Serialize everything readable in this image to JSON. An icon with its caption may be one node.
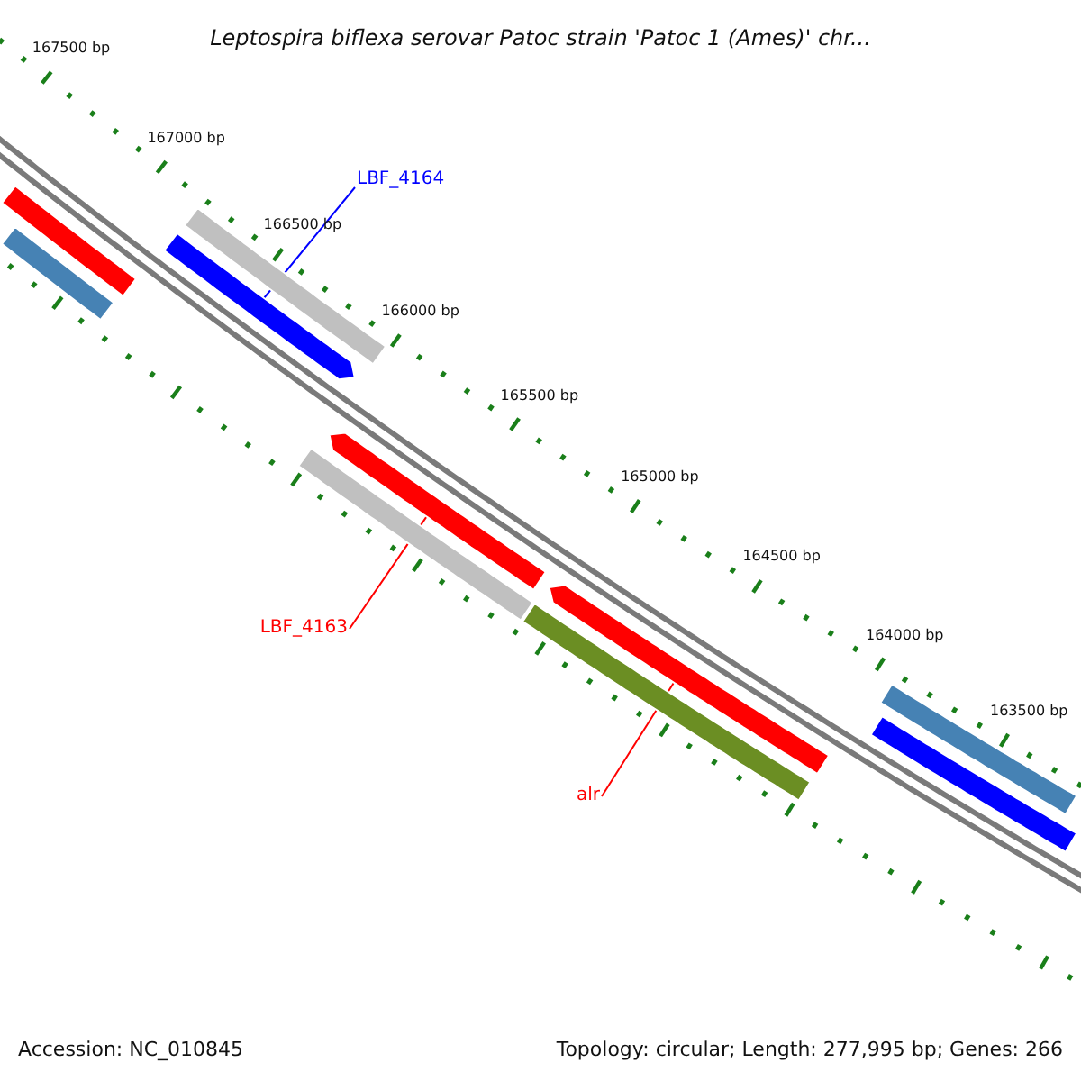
{
  "diagram": {
    "title": "Leptospira biflexa serovar Patoc strain 'Patoc 1 (Ames)' chr...",
    "nodes": [
      {
        "text": [],
        "shape": "bar"
      },
      {
        "text": [],
        "shape": "bar"
      },
      {
        "text": [
          "LBF_4164"
        ]
      },
      {
        "text": [],
        "shape": "bar"
      },
      {
        "text": [],
        "shape": "bar"
      },
      {
        "text": [
          "LBF_4163"
        ]
      },
      {
        "text": [],
        "shape": "bar"
      },
      {
        "text": [],
        "shape": "bar"
      },
      {
        "text": [
          "alr"
        ]
      },
      {
        "text": [],
        "shape": "bar"
      },
      {
        "text": [],
        "shape": "bar"
      },
      {
        "text": [],
        "shape": "bar"
      },
      {
        "text": [],
        "shape": "bar"
      }
    ],
    "edges": [
      {
        "from": 2,
        "to": 4,
        "arrow": "none",
        "color": "#0000ff"
      },
      {
        "from": 5,
        "to": 7,
        "arrow": "none"
      },
      {
        "from": 8,
        "to": 10,
        "arrow": "none"
      }
    ],
    "labels": [
      "167500 bp",
      "167000 bp",
      "166500 bp",
      "166000 bp",
      "165500 bp",
      "165000 bp",
      "164500 bp",
      "164000 bp",
      "163500 bp",
      "Accession: NC_010845",
      "Topology: circular; Length: 277,995 bp; Genes: 266"
    ]
  }
}
